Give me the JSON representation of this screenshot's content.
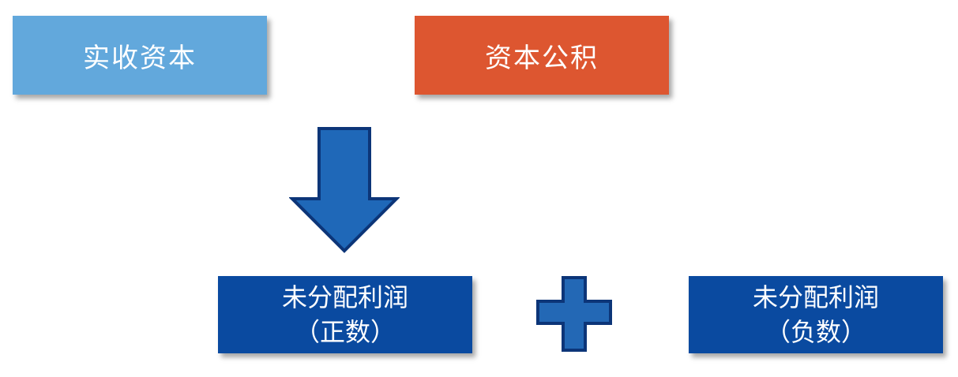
{
  "colors": {
    "paid_in_box": "#62a8dc",
    "reserve_box": "#dd5630",
    "retained_box": "#0a4aa0",
    "arrow_fill": "#1f68b8",
    "arrow_stroke": "#0c3578",
    "plus_fill": "#2368b5",
    "plus_stroke": "#0c3578"
  },
  "boxes": {
    "paid_in_capital": "实收资本",
    "capital_reserve": "资本公积",
    "retained_positive": {
      "line1": "未分配利润",
      "line2": "（正数）"
    },
    "retained_negative": {
      "line1": "未分配利润",
      "line2": "（负数）"
    }
  },
  "icons": {
    "arrow": "arrow-down-icon",
    "plus": "plus-icon"
  }
}
